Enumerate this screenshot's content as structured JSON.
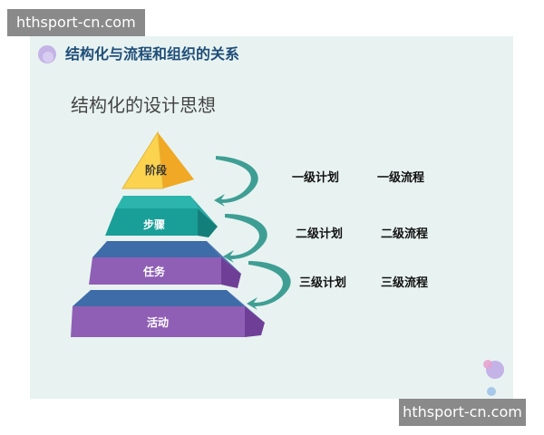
{
  "watermark": {
    "top": "hthsport-cn.com",
    "bottom": "hthsport-cn.com"
  },
  "slide": {
    "title": "结构化与流程和组织的关系",
    "subtitle": "结构化的设计思想"
  },
  "pyramid": {
    "levels": [
      {
        "label": "阶段",
        "color": "#f9c740"
      },
      {
        "label": "步骤",
        "color": "#1fa5a0"
      },
      {
        "label": "任务",
        "color": "#8d5fb4"
      },
      {
        "label": "活动",
        "color": "#8d5fb4"
      }
    ]
  },
  "rows": [
    {
      "plan": "一级计划",
      "process": "一级流程"
    },
    {
      "plan": "二级计划",
      "process": "二级流程"
    },
    {
      "plan": "三级计划",
      "process": "三级流程"
    }
  ],
  "colors": {
    "slide_bg": "#e8f3f1",
    "title": "#1f4e79",
    "arrow": "#3f9e94",
    "watermark_bg": "#8a8a8a",
    "decor_purple": "#b9a3e3"
  },
  "icons": [
    "decorative-circles-icon",
    "curved-arrow-icon"
  ]
}
